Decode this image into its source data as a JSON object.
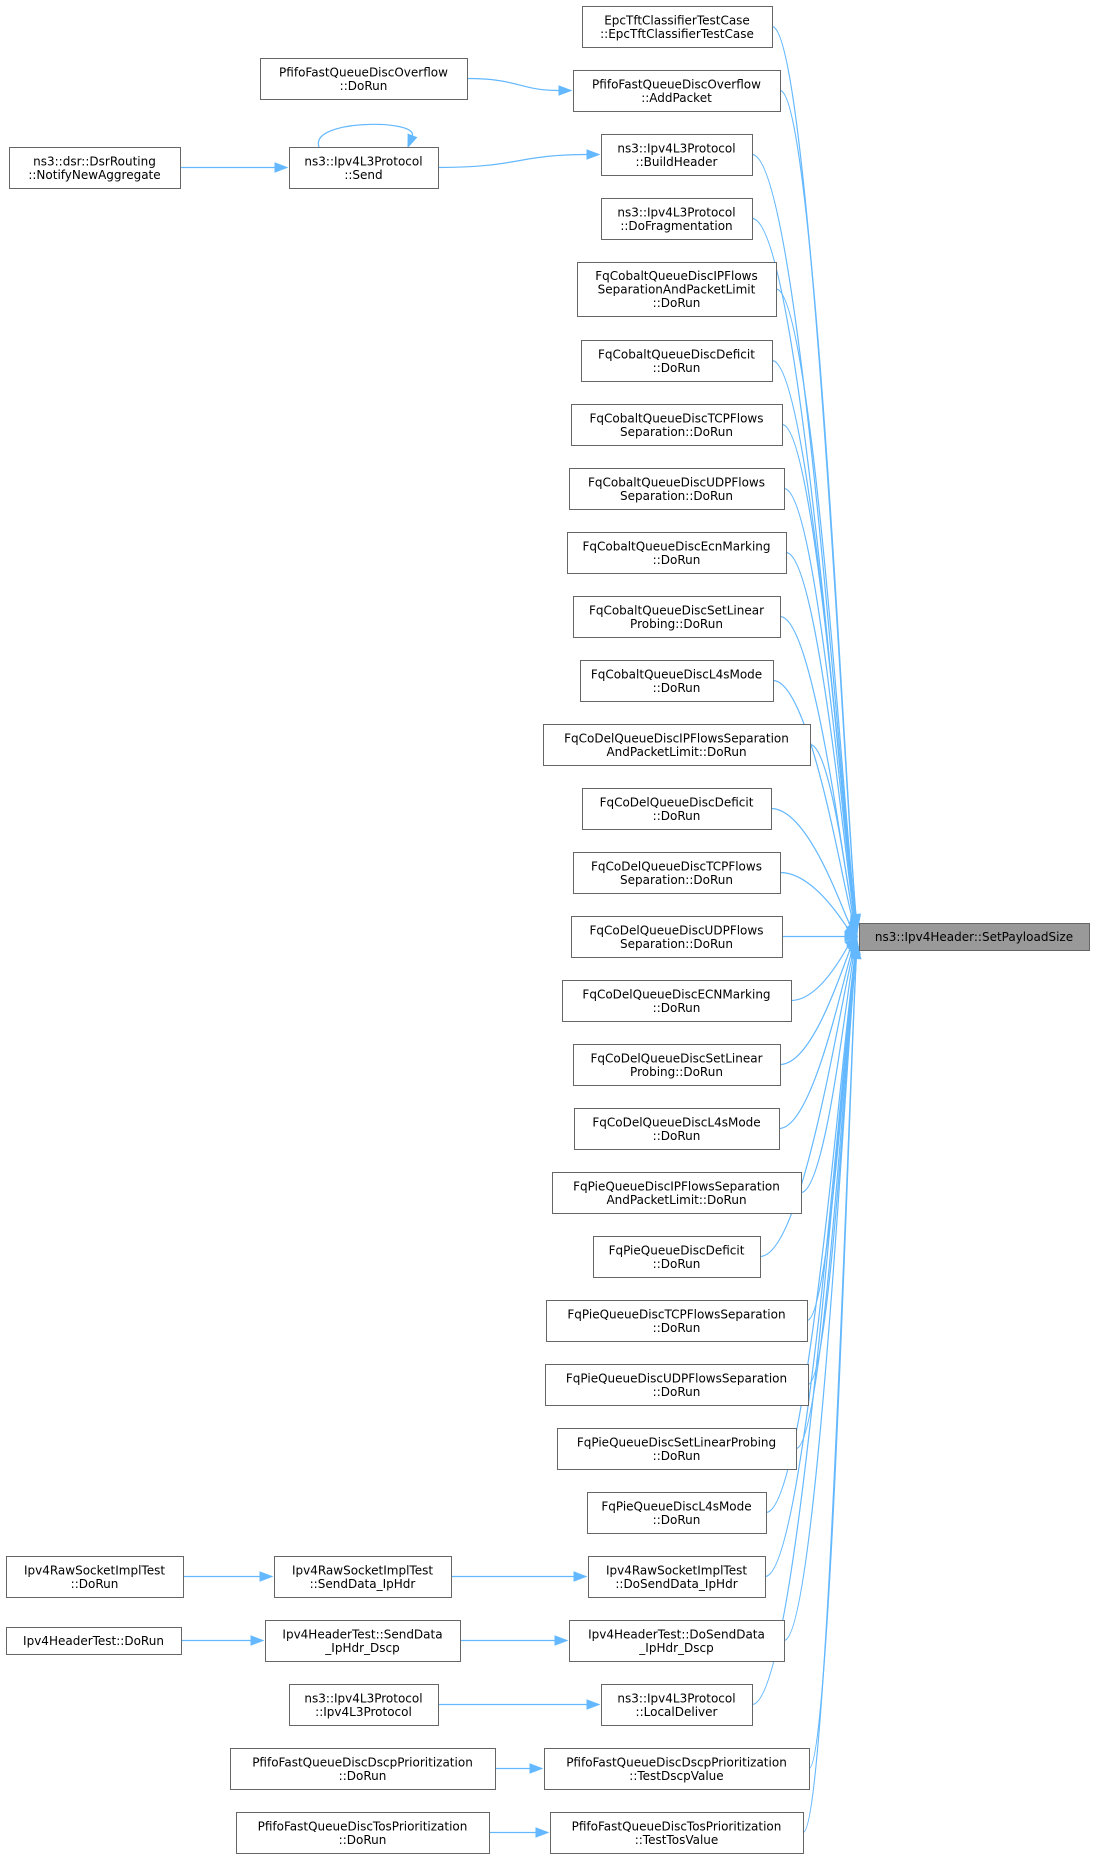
{
  "colors": {
    "edge": "#63b8ff",
    "node_border": "#666666",
    "target_fill": "#999999",
    "background": "#ffffff"
  },
  "target": {
    "label": "ns3::Ipv4Header::SetPayloadSize"
  },
  "nodes": [
    {
      "id": "n_epc",
      "lines": [
        "EpcTftClassifierTestCase",
        "::EpcTftClassifierTestCase"
      ]
    },
    {
      "id": "n_pffo_ap",
      "lines": [
        "PfifoFastQueueDiscOverflow",
        "::AddPacket"
      ]
    },
    {
      "id": "n_pffo_dr",
      "lines": [
        "PfifoFastQueueDiscOverflow",
        "::DoRun"
      ]
    },
    {
      "id": "n_ipv4_bh",
      "lines": [
        "ns3::Ipv4L3Protocol",
        "::BuildHeader"
      ]
    },
    {
      "id": "n_ipv4_send",
      "lines": [
        "ns3::Ipv4L3Protocol",
        "::Send"
      ]
    },
    {
      "id": "n_dsr",
      "lines": [
        "ns3::dsr::DsrRouting",
        "::NotifyNewAggregate"
      ]
    },
    {
      "id": "n_ipv4_frag",
      "lines": [
        "ns3::Ipv4L3Protocol",
        "::DoFragmentation"
      ]
    },
    {
      "id": "n_fc1",
      "lines": [
        "FqCobaltQueueDiscIPFlows",
        "SeparationAndPacketLimit",
        "::DoRun"
      ]
    },
    {
      "id": "n_fc2",
      "lines": [
        "FqCobaltQueueDiscDeficit",
        "::DoRun"
      ]
    },
    {
      "id": "n_fc3",
      "lines": [
        "FqCobaltQueueDiscTCPFlows",
        "Separation::DoRun"
      ]
    },
    {
      "id": "n_fc4",
      "lines": [
        "FqCobaltQueueDiscUDPFlows",
        "Separation::DoRun"
      ]
    },
    {
      "id": "n_fc5",
      "lines": [
        "FqCobaltQueueDiscEcnMarking",
        "::DoRun"
      ]
    },
    {
      "id": "n_fc6",
      "lines": [
        "FqCobaltQueueDiscSetLinear",
        "Probing::DoRun"
      ]
    },
    {
      "id": "n_fc7",
      "lines": [
        "FqCobaltQueueDiscL4sMode",
        "::DoRun"
      ]
    },
    {
      "id": "n_fd1",
      "lines": [
        "FqCoDelQueueDiscIPFlowsSeparation",
        "AndPacketLimit::DoRun"
      ]
    },
    {
      "id": "n_fd2",
      "lines": [
        "FqCoDelQueueDiscDeficit",
        "::DoRun"
      ]
    },
    {
      "id": "n_fd3",
      "lines": [
        "FqCoDelQueueDiscTCPFlows",
        "Separation::DoRun"
      ]
    },
    {
      "id": "n_fd4",
      "lines": [
        "FqCoDelQueueDiscUDPFlows",
        "Separation::DoRun"
      ]
    },
    {
      "id": "n_fd5",
      "lines": [
        "FqCoDelQueueDiscECNMarking",
        "::DoRun"
      ]
    },
    {
      "id": "n_fd6",
      "lines": [
        "FqCoDelQueueDiscSetLinear",
        "Probing::DoRun"
      ]
    },
    {
      "id": "n_fd7",
      "lines": [
        "FqCoDelQueueDiscL4sMode",
        "::DoRun"
      ]
    },
    {
      "id": "n_fp1",
      "lines": [
        "FqPieQueueDiscIPFlowsSeparation",
        "AndPacketLimit::DoRun"
      ]
    },
    {
      "id": "n_fp2",
      "lines": [
        "FqPieQueueDiscDeficit",
        "::DoRun"
      ]
    },
    {
      "id": "n_fp3",
      "lines": [
        "FqPieQueueDiscTCPFlowsSeparation",
        "::DoRun"
      ]
    },
    {
      "id": "n_fp4",
      "lines": [
        "FqPieQueueDiscUDPFlowsSeparation",
        "::DoRun"
      ]
    },
    {
      "id": "n_fp5",
      "lines": [
        "FqPieQueueDiscSetLinearProbing",
        "::DoRun"
      ]
    },
    {
      "id": "n_fp6",
      "lines": [
        "FqPieQueueDiscL4sMode",
        "::DoRun"
      ]
    },
    {
      "id": "n_raw_dsd",
      "lines": [
        "Ipv4RawSocketImplTest",
        "::DoSendData_IpHdr"
      ]
    },
    {
      "id": "n_raw_sd",
      "lines": [
        "Ipv4RawSocketImplTest",
        "::SendData_IpHdr"
      ]
    },
    {
      "id": "n_raw_dr",
      "lines": [
        "Ipv4RawSocketImplTest",
        "::DoRun"
      ]
    },
    {
      "id": "n_hdr_dsd",
      "lines": [
        "Ipv4HeaderTest::DoSendData",
        "_IpHdr_Dscp"
      ]
    },
    {
      "id": "n_hdr_sd",
      "lines": [
        "Ipv4HeaderTest::SendData",
        "_IpHdr_Dscp"
      ]
    },
    {
      "id": "n_hdr_dr",
      "lines": [
        "Ipv4HeaderTest::DoRun"
      ]
    },
    {
      "id": "n_ipv4_ld",
      "lines": [
        "ns3::Ipv4L3Protocol",
        "::LocalDeliver"
      ]
    },
    {
      "id": "n_ipv4_ctor",
      "lines": [
        "ns3::Ipv4L3Protocol",
        "::Ipv4L3Protocol"
      ]
    },
    {
      "id": "n_dscp_tv",
      "lines": [
        "PfifoFastQueueDiscDscpPrioritization",
        "::TestDscpValue"
      ]
    },
    {
      "id": "n_dscp_dr",
      "lines": [
        "PfifoFastQueueDiscDscpPrioritization",
        "::DoRun"
      ]
    },
    {
      "id": "n_tos_tv",
      "lines": [
        "PfifoFastQueueDiscTosPrioritization",
        "::TestTosValue"
      ]
    },
    {
      "id": "n_tos_dr",
      "lines": [
        "PfifoFastQueueDiscTosPrioritization",
        "::DoRun"
      ]
    }
  ]
}
